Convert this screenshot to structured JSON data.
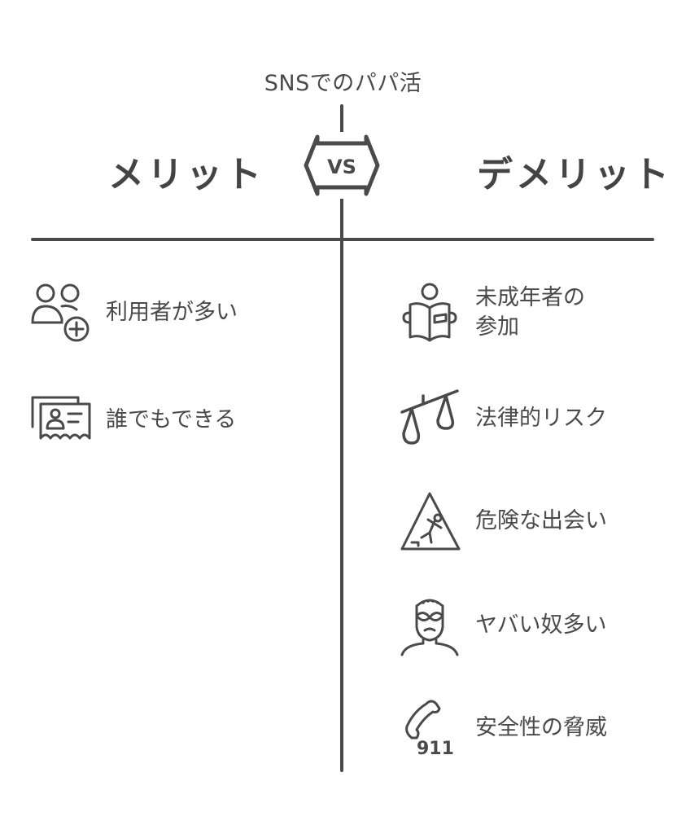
{
  "title": "SNSでのパパ活",
  "vs_label": "VS",
  "colors": {
    "ink": "#444444",
    "background": "#ffffff"
  },
  "left": {
    "heading": "メリット",
    "items": [
      {
        "icon": "users-add-icon",
        "label": "利用者が多い"
      },
      {
        "icon": "id-cards-icon",
        "label": "誰でもできる"
      }
    ]
  },
  "right": {
    "heading": "デメリット",
    "items": [
      {
        "icon": "person-reading-icon",
        "label_line1": "未成年者の",
        "label_line2": "参加"
      },
      {
        "icon": "scales-icon",
        "label": "法律的リスク"
      },
      {
        "icon": "slip-warning-icon",
        "label": "危険な出会い"
      },
      {
        "icon": "masked-person-icon",
        "label": "ヤバい奴多い"
      },
      {
        "icon": "phone-911-icon",
        "label": "安全性の脅威",
        "icon_text": "911"
      }
    ]
  }
}
